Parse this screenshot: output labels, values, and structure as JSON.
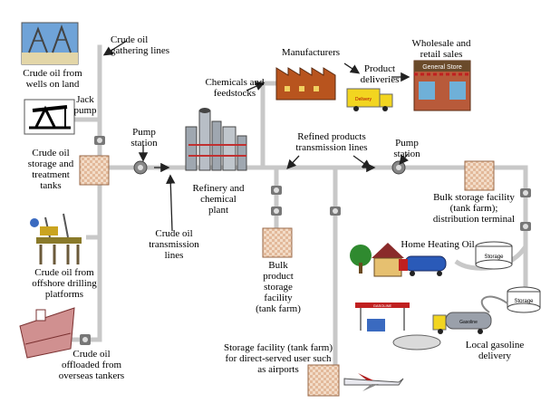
{
  "labels": {
    "wells": "Crude oil from\nwells on land",
    "gathering": "Crude oil\ngathering lines",
    "jack": "Jack\npump",
    "storage_treatment": "Crude oil\nstorage and\ntreatment\ntanks",
    "pump1": "Pump\nstation",
    "refinery": "Refinery and\nchemical\nplant",
    "transmission": "Crude oil\ntransmission\nlines",
    "offshore": "Crude oil from\noffshore drilling\nplatforms",
    "tankers": "Crude oil\noffloaded from\noverseas tankers",
    "chemicals": "Chemicals and\nfeedstocks",
    "manufacturers": "Manufacturers",
    "product_deliveries": "Product\ndeliveries",
    "wholesale": "Wholesale and\nretail sales",
    "refined": "Refined products\ntransmission lines",
    "pump2": "Pump\nstation",
    "bulk_terminal": "Bulk storage facility\n(tank farm);\ndistribution terminal",
    "bulk_product": "Bulk\nproduct\nstorage\nfacility\n(tank farm)",
    "home_heating": "Home Heating Oil",
    "storage_direct": "Storage facility (tank farm)\nfor direct-served user such\nas airports",
    "local_gasoline": "Local gasoline\ndelivery",
    "general_store": "General Store",
    "delivery_truck": "Delivery",
    "storage_tank1": "Storage",
    "storage_tank2": "Storage",
    "gasoline_truck": "Gasoline",
    "gas_station": "GASOLINE"
  },
  "colors": {
    "pipe": "#c6c6c6",
    "tank_fill": "#f1d7c1",
    "tank_border": "#8a5a3a",
    "arrow": "#222222"
  }
}
